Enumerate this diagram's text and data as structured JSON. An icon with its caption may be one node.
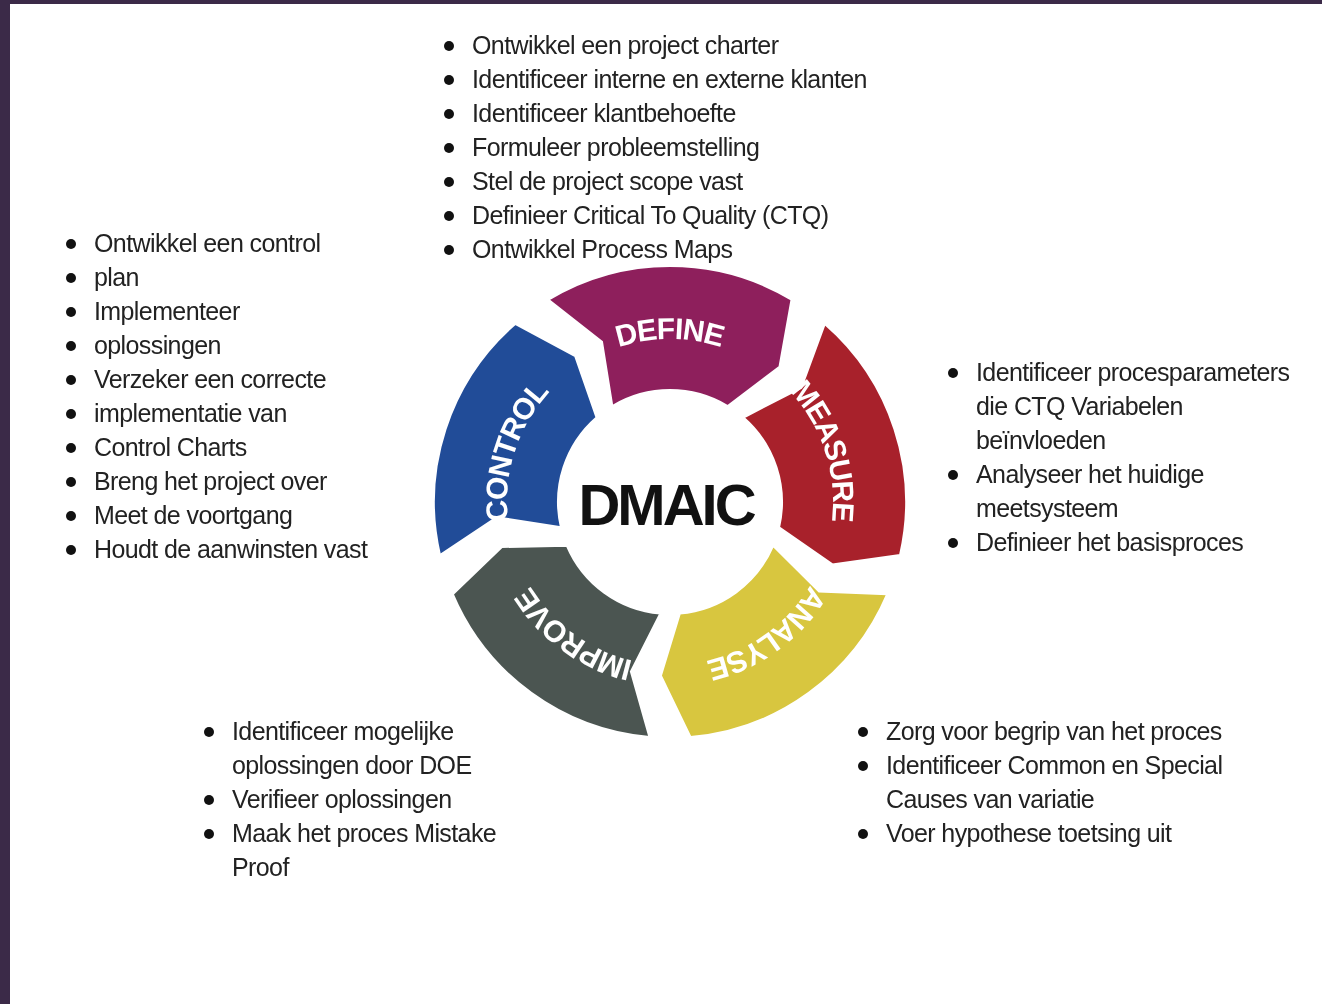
{
  "diagram": {
    "nodes": [
      {
        "text": [
          "DEFINE"
        ]
      },
      {
        "text": [
          "MEASURE"
        ]
      },
      {
        "text": [
          "ANALYSE"
        ]
      },
      {
        "text": [
          "IMPROVE"
        ]
      },
      {
        "text": [
          "CONTROL"
        ]
      },
      {
        "text": [
          "DMAIC"
        ]
      }
    ],
    "edges": [],
    "labels": [
      "Ontwikkel een project charter",
      "Identificeer interne en externe klanten",
      "Identificeer klantbehoefte",
      "Formuleer probleemstelling",
      "Stel de project scope vast",
      "Definieer Critical To Quality (CTQ)",
      "Ontwikkel Process Maps",
      "Ontwikkel een control",
      "plan",
      "Implementeer",
      "oplossingen",
      "Verzeker een correcte",
      "implementatie van",
      "Control Charts",
      "Breng het project over",
      "Meet de voortgang",
      "Houdt de aanwinsten vast",
      "Identificeer procesparameters die CTQ Variabelen beïnvloeden",
      "Analyseer het huidige meetsysteem",
      "Definieer het basisproces",
      "Identificeer mogelijke oplossingen door DOE",
      "Verifieer oplossingen",
      "Maak het proces Mistake Proof",
      "Zorg voor begrip van het proces",
      "Identificeer Common en Special Causes van variatie",
      "Voer hypothese toetsing uit"
    ]
  }
}
